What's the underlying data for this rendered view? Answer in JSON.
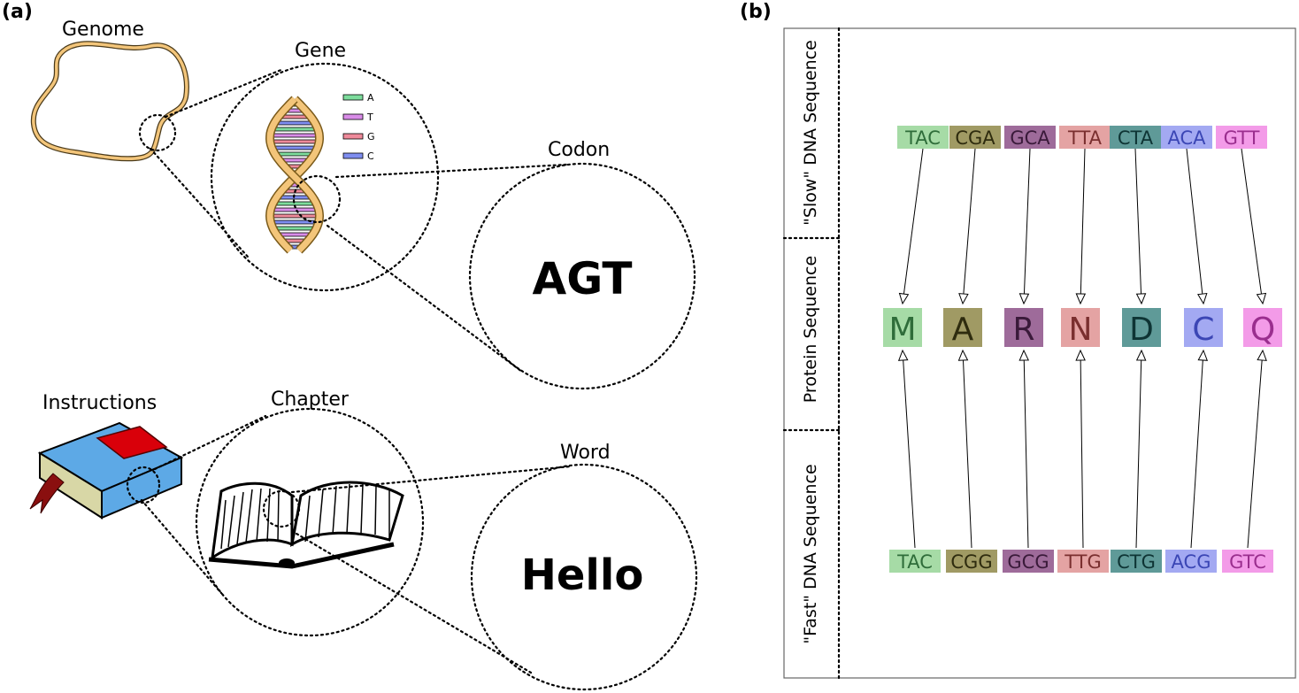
{
  "panel_a": {
    "label": "(a)",
    "genome_label": "Genome",
    "gene_label": "Gene",
    "codon_label": "Codon",
    "codon_value": "AGT",
    "legend": [
      {
        "letter": "A",
        "color": "#7ddc9c"
      },
      {
        "letter": "T",
        "color": "#d98ce8"
      },
      {
        "letter": "G",
        "color": "#ee8a9a"
      },
      {
        "letter": "C",
        "color": "#7f8ef0"
      }
    ],
    "instructions_label": "Instructions",
    "chapter_label": "Chapter",
    "word_label": "Word",
    "word_value": "Hello"
  },
  "panel_b": {
    "label": "(b)",
    "row_labels": {
      "slow": "\"Slow\" DNA Sequence",
      "protein": "Protein Sequence",
      "fast": "\"Fast\" DNA Sequence"
    },
    "slow_codons": [
      "TAC",
      "CGA",
      "GCA",
      "TTA",
      "CTA",
      "ACA",
      "GTT"
    ],
    "amino_acids": [
      "M",
      "A",
      "R",
      "N",
      "D",
      "C",
      "Q"
    ],
    "fast_codons": [
      "TAC",
      "CGG",
      "GCG",
      "TTG",
      "CTG",
      "ACG",
      "GTC"
    ],
    "colors": [
      {
        "fill": "#a6dba6",
        "text": "#2f6d3a"
      },
      {
        "fill": "#a09a64",
        "text": "#2e2b0e"
      },
      {
        "fill": "#9e6b9a",
        "text": "#3a1a3a"
      },
      {
        "fill": "#e4a3a3",
        "text": "#7a2f2f"
      },
      {
        "fill": "#5f9a98",
        "text": "#0e3434"
      },
      {
        "fill": "#a3a9f2",
        "text": "#3b46b5"
      },
      {
        "fill": "#f39be8",
        "text": "#9a2e8e"
      }
    ]
  }
}
